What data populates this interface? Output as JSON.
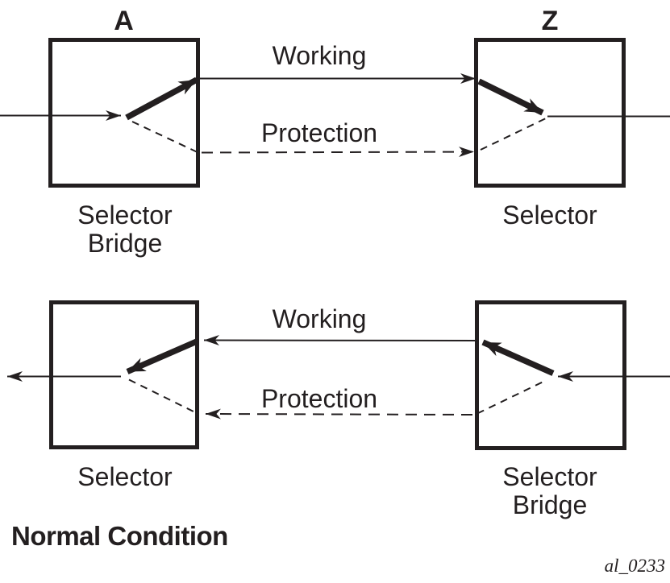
{
  "figure": {
    "endpoints": {
      "a": "A",
      "z": "Z"
    },
    "top_path": {
      "working_label": "Working",
      "protection_label": "Protection",
      "left_caption_line1": "Selector",
      "left_caption_line2": "Bridge",
      "right_caption": "Selector"
    },
    "bottom_path": {
      "working_label": "Working",
      "protection_label": "Protection",
      "left_caption": "Selector",
      "right_caption_line1": "Selector",
      "right_caption_line2": "Bridge"
    },
    "title": "Normal Condition",
    "figure_code": "al_0233",
    "colors": {
      "ink": "#231f20",
      "background": "#ffffff"
    }
  }
}
